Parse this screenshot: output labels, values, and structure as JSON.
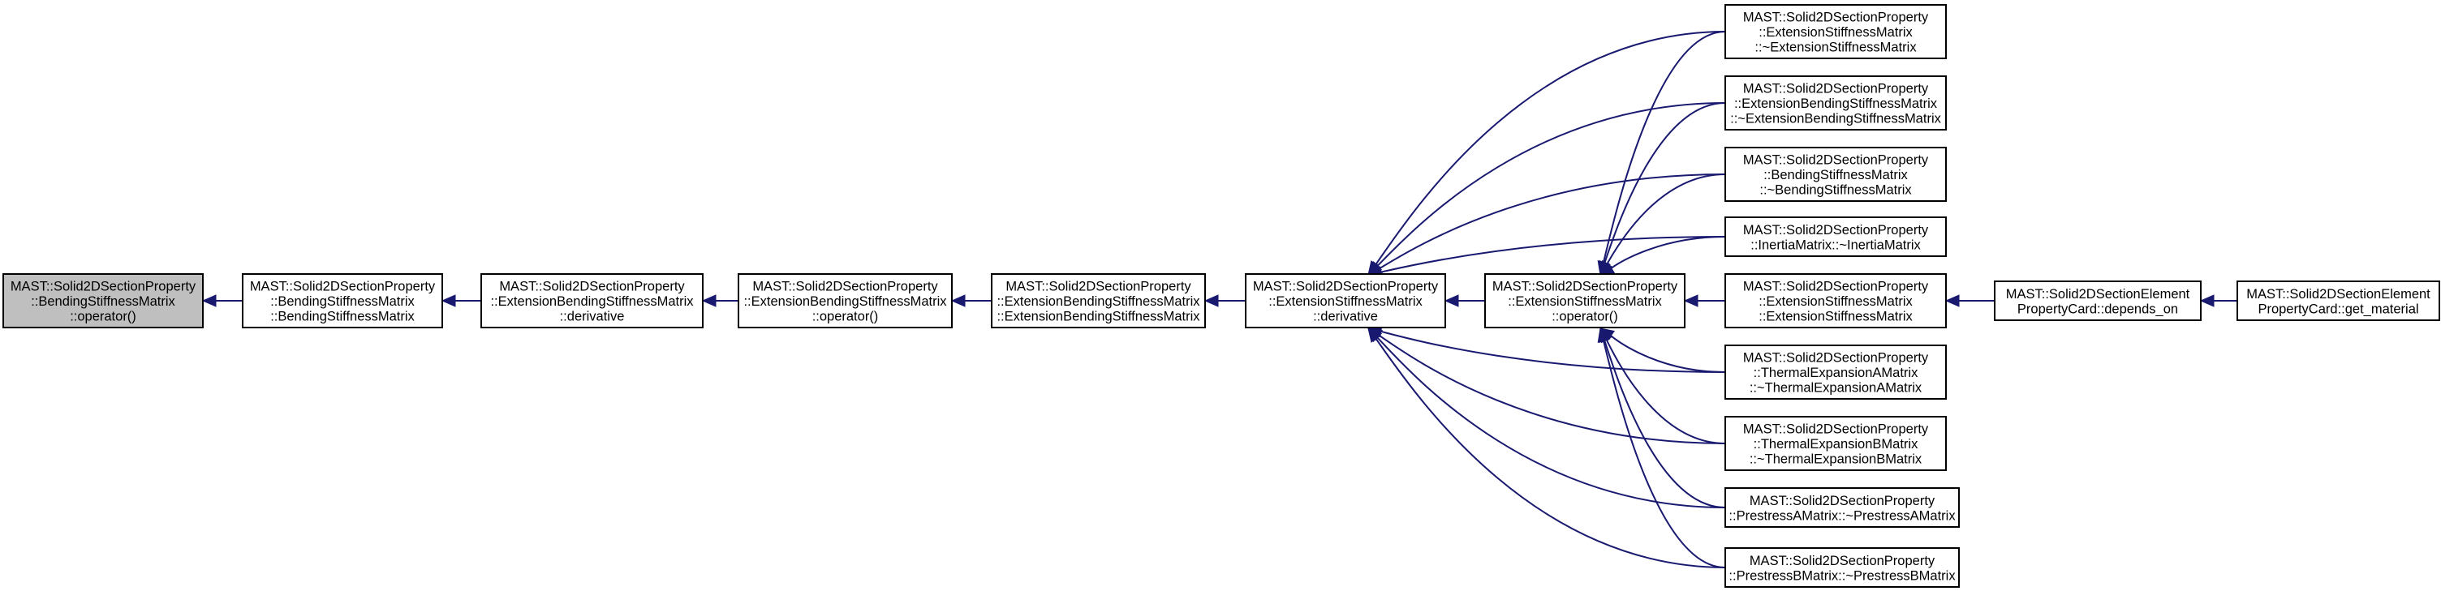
{
  "nodes": [
    {
      "id": "n0",
      "current": true,
      "lines": [
        "MAST::Solid2DSectionProperty",
        "::BendingStiffnessMatrix",
        "::operator()"
      ]
    },
    {
      "id": "n1",
      "lines": [
        "MAST::Solid2DSectionProperty",
        "::BendingStiffnessMatrix",
        "::BendingStiffnessMatrix"
      ]
    },
    {
      "id": "n2",
      "lines": [
        "MAST::Solid2DSectionProperty",
        "::ExtensionBendingStiffnessMatrix",
        "::derivative"
      ]
    },
    {
      "id": "n3",
      "lines": [
        "MAST::Solid2DSectionProperty",
        "::ExtensionBendingStiffnessMatrix",
        "::operator()"
      ]
    },
    {
      "id": "n4",
      "lines": [
        "MAST::Solid2DSectionProperty",
        "::ExtensionBendingStiffnessMatrix",
        "::ExtensionBendingStiffnessMatrix"
      ]
    },
    {
      "id": "n5",
      "lines": [
        "MAST::Solid2DSectionProperty",
        "::ExtensionStiffnessMatrix",
        "::derivative"
      ]
    },
    {
      "id": "n6",
      "lines": [
        "MAST::Solid2DSectionProperty",
        "::ExtensionStiffnessMatrix",
        "::operator()"
      ]
    },
    {
      "id": "n7",
      "lines": [
        "MAST::Solid2DSectionProperty",
        "::ExtensionStiffnessMatrix",
        "::~ExtensionStiffnessMatrix"
      ]
    },
    {
      "id": "n8",
      "lines": [
        "MAST::Solid2DSectionProperty",
        "::ExtensionBendingStiffnessMatrix",
        "::~ExtensionBendingStiffnessMatrix"
      ]
    },
    {
      "id": "n9",
      "lines": [
        "MAST::Solid2DSectionProperty",
        "::BendingStiffnessMatrix",
        "::~BendingStiffnessMatrix"
      ]
    },
    {
      "id": "n10",
      "lines": [
        "MAST::Solid2DSectionProperty",
        "::InertiaMatrix::~InertiaMatrix"
      ]
    },
    {
      "id": "n11",
      "lines": [
        "MAST::Solid2DSectionProperty",
        "::ExtensionStiffnessMatrix",
        "::ExtensionStiffnessMatrix"
      ]
    },
    {
      "id": "n12",
      "lines": [
        "MAST::Solid2DSectionProperty",
        "::ThermalExpansionAMatrix",
        "::~ThermalExpansionAMatrix"
      ]
    },
    {
      "id": "n13",
      "lines": [
        "MAST::Solid2DSectionProperty",
        "::ThermalExpansionBMatrix",
        "::~ThermalExpansionBMatrix"
      ]
    },
    {
      "id": "n14",
      "lines": [
        "MAST::Solid2DSectionProperty",
        "::PrestressAMatrix::~PrestressAMatrix"
      ]
    },
    {
      "id": "n15",
      "lines": [
        "MAST::Solid2DSectionProperty",
        "::PrestressBMatrix::~PrestressBMatrix"
      ]
    },
    {
      "id": "n16",
      "lines": [
        "MAST::Solid2DSectionElement",
        "PropertyCard::depends_on"
      ]
    },
    {
      "id": "n17",
      "lines": [
        "MAST::Solid2DSectionElement",
        "PropertyCard::get_material"
      ]
    }
  ],
  "edges": [
    {
      "from": "n1",
      "to": "n0"
    },
    {
      "from": "n2",
      "to": "n1"
    },
    {
      "from": "n3",
      "to": "n2"
    },
    {
      "from": "n4",
      "to": "n3"
    },
    {
      "from": "n5",
      "to": "n4"
    },
    {
      "from": "n6",
      "to": "n5"
    },
    {
      "from": "n7",
      "to": "n5"
    },
    {
      "from": "n8",
      "to": "n5"
    },
    {
      "from": "n9",
      "to": "n5"
    },
    {
      "from": "n10",
      "to": "n5"
    },
    {
      "from": "n12",
      "to": "n5"
    },
    {
      "from": "n13",
      "to": "n5"
    },
    {
      "from": "n14",
      "to": "n5"
    },
    {
      "from": "n15",
      "to": "n5"
    },
    {
      "from": "n7",
      "to": "n6"
    },
    {
      "from": "n8",
      "to": "n6"
    },
    {
      "from": "n9",
      "to": "n6"
    },
    {
      "from": "n10",
      "to": "n6"
    },
    {
      "from": "n11",
      "to": "n6"
    },
    {
      "from": "n12",
      "to": "n6"
    },
    {
      "from": "n13",
      "to": "n6"
    },
    {
      "from": "n14",
      "to": "n6"
    },
    {
      "from": "n15",
      "to": "n6"
    },
    {
      "from": "n16",
      "to": "n11"
    },
    {
      "from": "n17",
      "to": "n16"
    }
  ],
  "colors": {
    "edge": "#191970",
    "current_fill": "#bfbfbf",
    "node_fill": "#ffffff",
    "node_stroke": "#000000"
  }
}
